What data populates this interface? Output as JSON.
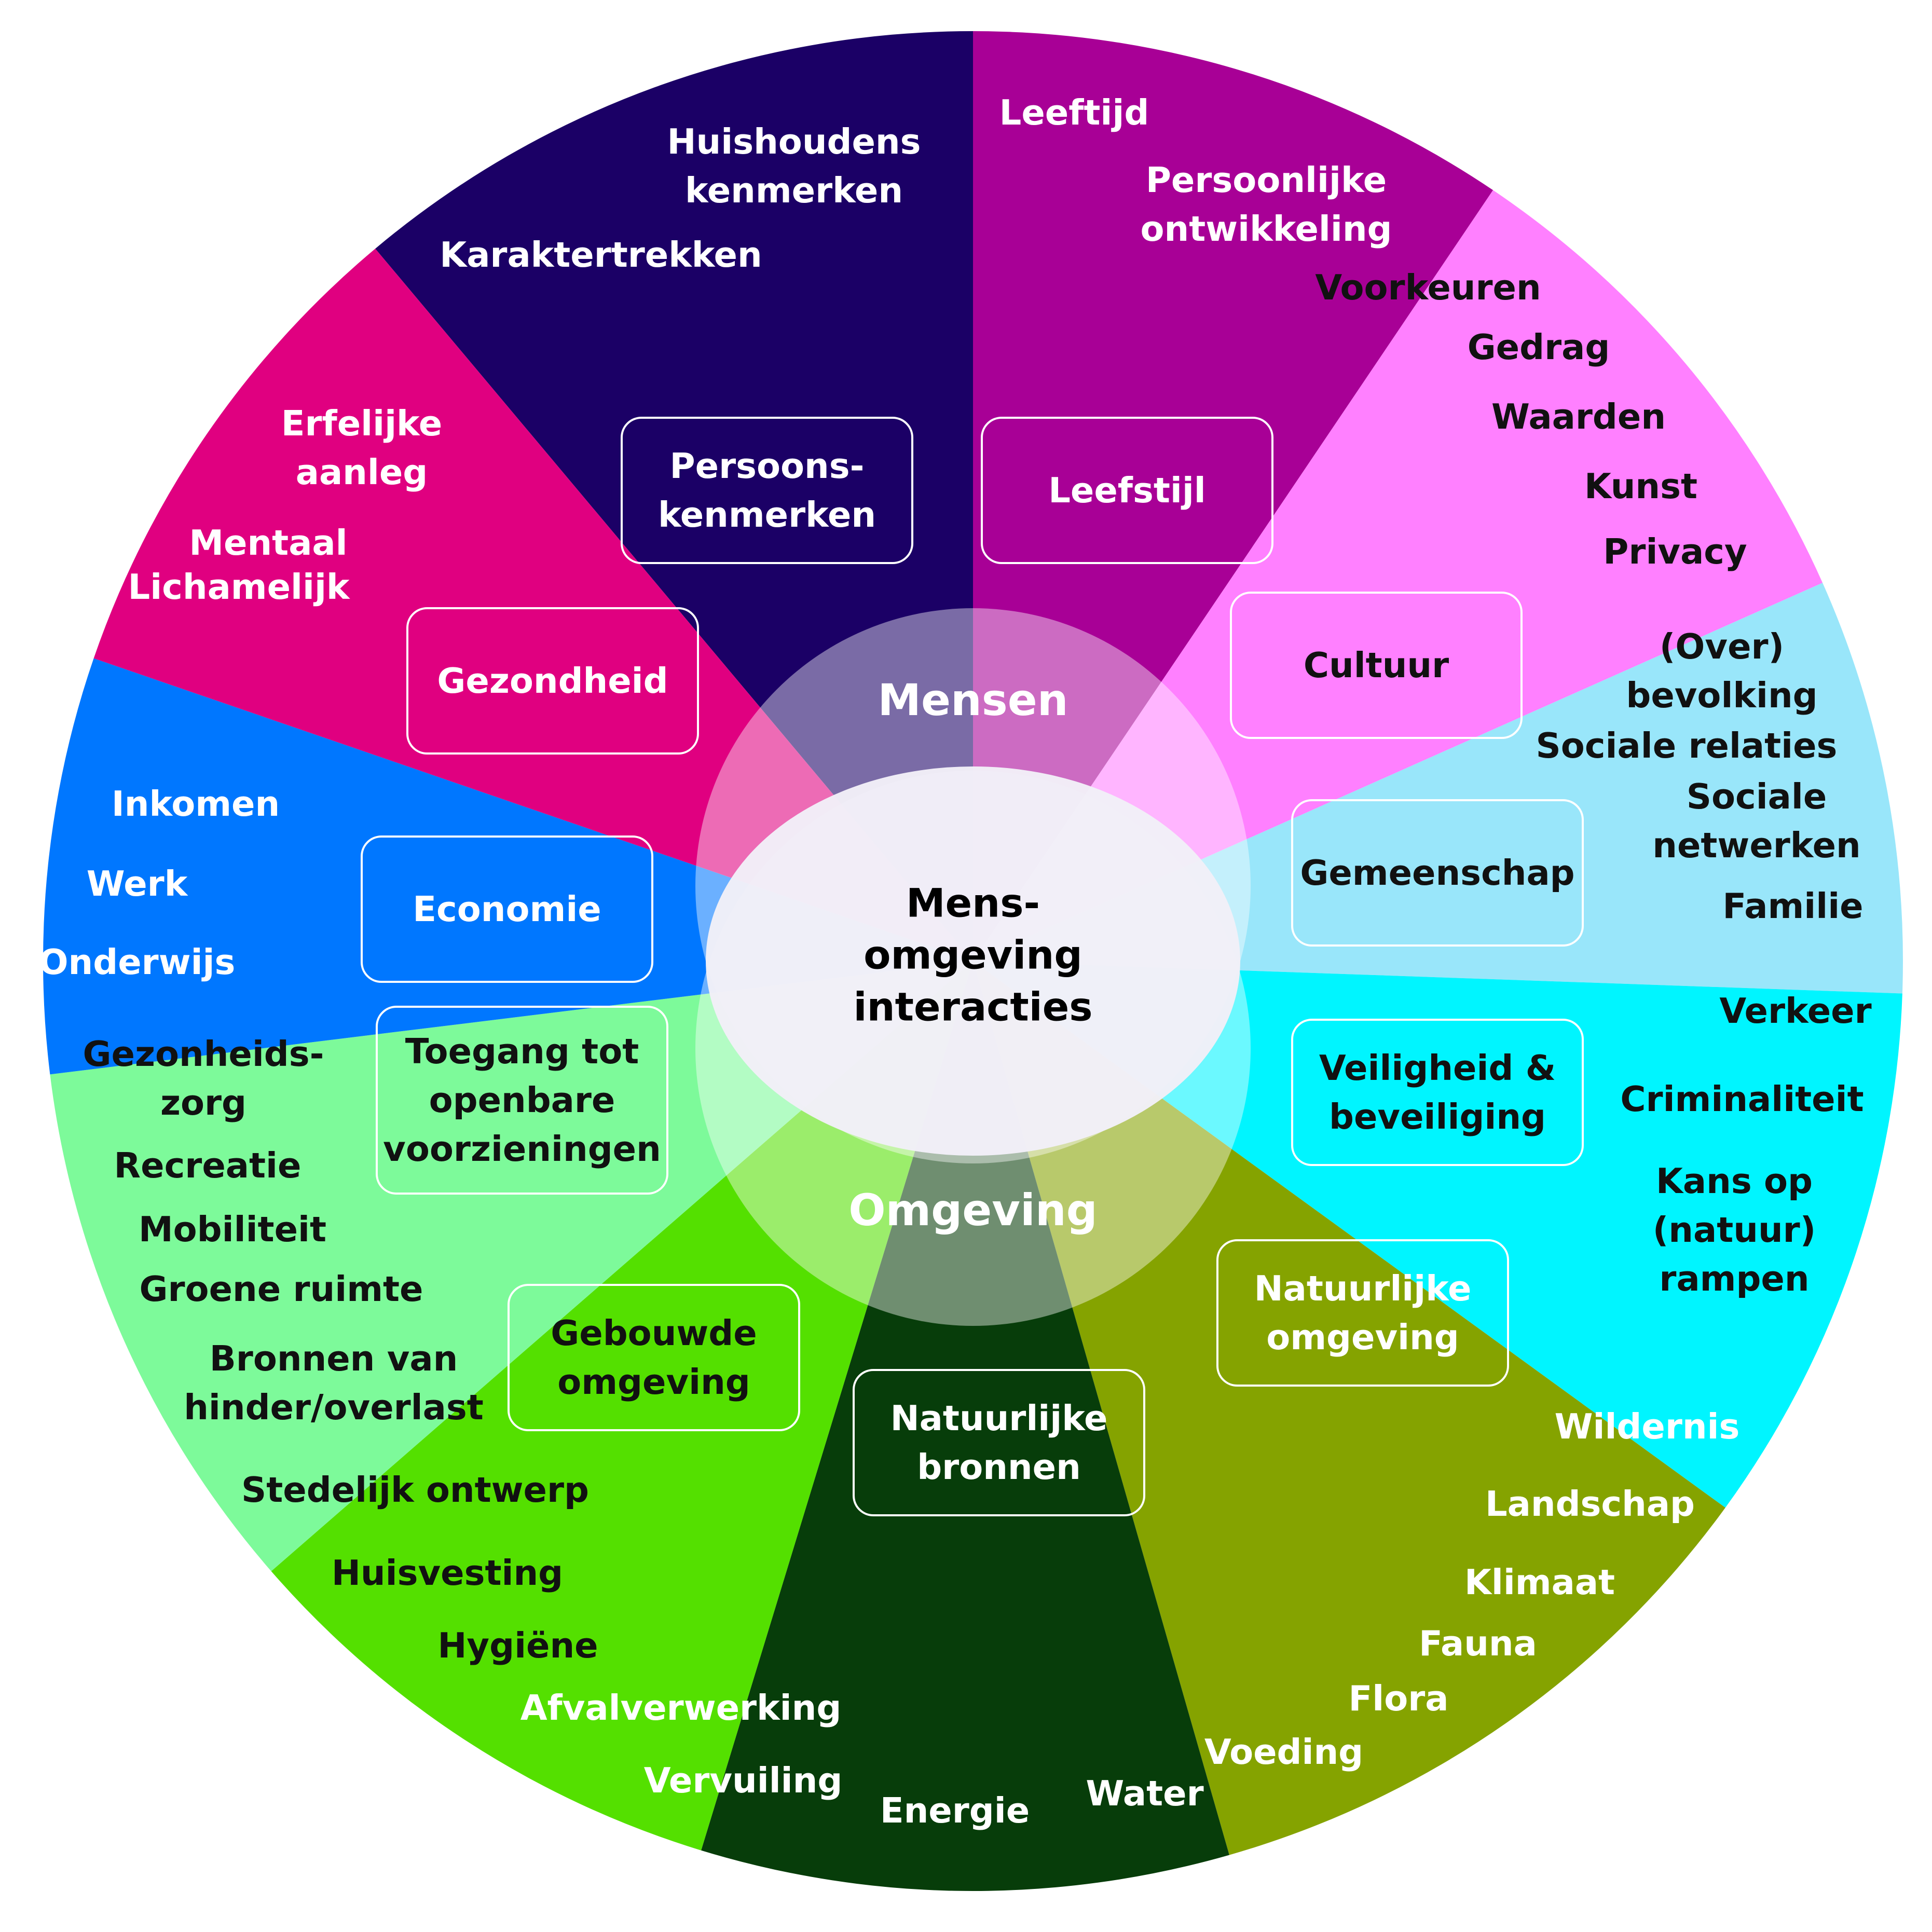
{
  "center": {
    "lines": [
      "Mens-",
      "omgeving",
      "interacties"
    ],
    "top": "Mensen",
    "bottom": "Omgeving"
  },
  "colors": {
    "white": "#ffffff",
    "dark_text": "#111111",
    "persoonskenmerken": "#1b0066",
    "leefstijl": "#a80096",
    "cultuur": "#ff80ff",
    "gemeenschap": "#99e6fa",
    "veiligheid": "#00f5ff",
    "natuurlijke_omgeving": "#85a300",
    "natuurlijke_bronnen": "#073d0a",
    "gebouwde_omgeving": "#54e000",
    "openbare_voorzieningen": "#7dfa9a",
    "economie": "#0077ff",
    "gezondheid": "#e00080"
  },
  "sectors": [
    {
      "id": "persoonskenmerken",
      "color_key": "persoonskenmerken",
      "hub_label": [
        "Persoons-",
        "kenmerken"
      ],
      "hub_text": "white",
      "items": [
        {
          "lines": [
            "Huishoudens",
            "kenmerken"
          ],
          "text": "white"
        },
        {
          "lines": [
            "Karaktertrekken"
          ],
          "text": "white"
        }
      ]
    },
    {
      "id": "leefstijl",
      "color_key": "leefstijl",
      "hub_label": [
        "Leefstijl"
      ],
      "hub_text": "white",
      "items": [
        {
          "lines": [
            "Leeftijd"
          ],
          "text": "white"
        },
        {
          "lines": [
            "Persoonlijke",
            "ontwikkeling"
          ],
          "text": "white"
        }
      ]
    },
    {
      "id": "cultuur",
      "color_key": "cultuur",
      "hub_label": [
        "Cultuur"
      ],
      "hub_text": "dark_text",
      "items": [
        {
          "lines": [
            "Voorkeuren"
          ],
          "text": "dark_text"
        },
        {
          "lines": [
            "Gedrag"
          ],
          "text": "dark_text"
        },
        {
          "lines": [
            "Waarden"
          ],
          "text": "dark_text"
        },
        {
          "lines": [
            "Kunst"
          ],
          "text": "dark_text"
        },
        {
          "lines": [
            "Privacy"
          ],
          "text": "dark_text"
        }
      ]
    },
    {
      "id": "gemeenschap",
      "color_key": "gemeenschap",
      "hub_label": [
        "Gemeenschap"
      ],
      "hub_text": "dark_text",
      "items": [
        {
          "lines": [
            "(Over)",
            "bevolking"
          ],
          "text": "dark_text"
        },
        {
          "lines": [
            "Sociale relaties"
          ],
          "text": "dark_text"
        },
        {
          "lines": [
            "Sociale",
            "netwerken"
          ],
          "text": "dark_text"
        },
        {
          "lines": [
            "Familie"
          ],
          "text": "dark_text"
        }
      ]
    },
    {
      "id": "veiligheid",
      "color_key": "veiligheid",
      "hub_label": [
        "Veiligheid &",
        "beveiliging"
      ],
      "hub_text": "dark_text",
      "items": [
        {
          "lines": [
            "Verkeer"
          ],
          "text": "dark_text"
        },
        {
          "lines": [
            "Criminaliteit"
          ],
          "text": "dark_text"
        },
        {
          "lines": [
            "Kans op",
            "(natuur)",
            "rampen"
          ],
          "text": "dark_text"
        }
      ]
    },
    {
      "id": "natuurlijke-omgeving",
      "color_key": "natuurlijke_omgeving",
      "hub_label": [
        "Natuurlijke",
        "omgeving"
      ],
      "hub_text": "white",
      "items": [
        {
          "lines": [
            "Wildernis"
          ],
          "text": "white"
        },
        {
          "lines": [
            "Landschap"
          ],
          "text": "white"
        },
        {
          "lines": [
            "Klimaat"
          ],
          "text": "white"
        },
        {
          "lines": [
            "Fauna"
          ],
          "text": "white"
        },
        {
          "lines": [
            "Flora"
          ],
          "text": "white"
        },
        {
          "lines": [
            "Voeding"
          ],
          "text": "white"
        }
      ]
    },
    {
      "id": "natuurlijke-bronnen",
      "color_key": "natuurlijke_bronnen",
      "hub_label": [
        "Natuurlijke",
        "bronnen"
      ],
      "hub_text": "white",
      "items": [
        {
          "lines": [
            "Water"
          ],
          "text": "white"
        },
        {
          "lines": [
            "Energie"
          ],
          "text": "white"
        }
      ]
    },
    {
      "id": "gebouwde-omgeving",
      "color_key": "gebouwde_omgeving",
      "hub_label": [
        "Gebouwde",
        "omgeving"
      ],
      "hub_text": "dark_text",
      "items": [
        {
          "lines": [
            "Vervuiling"
          ],
          "text": "white"
        },
        {
          "lines": [
            "Afvalverwerking"
          ],
          "text": "white"
        },
        {
          "lines": [
            "Hygiëne"
          ],
          "text": "dark_text"
        },
        {
          "lines": [
            "Huisvesting"
          ],
          "text": "dark_text"
        },
        {
          "lines": [
            "Stedelijk ontwerp"
          ],
          "text": "dark_text"
        },
        {
          "lines": [
            "Bronnen van",
            "hinder/overlast"
          ],
          "text": "dark_text"
        }
      ]
    },
    {
      "id": "openbare-voorzieningen",
      "color_key": "openbare_voorzieningen",
      "hub_label": [
        "Toegang tot",
        "openbare",
        "voorzieningen"
      ],
      "hub_text": "dark_text",
      "items": [
        {
          "lines": [
            "Groene ruimte"
          ],
          "text": "dark_text"
        },
        {
          "lines": [
            "Mobiliteit"
          ],
          "text": "dark_text"
        },
        {
          "lines": [
            "Recreatie"
          ],
          "text": "dark_text"
        },
        {
          "lines": [
            "Gezonheids-",
            "zorg"
          ],
          "text": "dark_text"
        }
      ]
    },
    {
      "id": "economie",
      "color_key": "economie",
      "hub_label": [
        "Economie"
      ],
      "hub_text": "white",
      "items": [
        {
          "lines": [
            "Onderwijs"
          ],
          "text": "white"
        },
        {
          "lines": [
            "Werk"
          ],
          "text": "white"
        },
        {
          "lines": [
            "Inkomen"
          ],
          "text": "white"
        }
      ]
    },
    {
      "id": "gezondheid",
      "color_key": "gezondheid",
      "hub_label": [
        "Gezondheid"
      ],
      "hub_text": "white",
      "items": [
        {
          "lines": [
            "Lichamelijk"
          ],
          "text": "white"
        },
        {
          "lines": [
            "Mentaal"
          ],
          "text": "white"
        },
        {
          "lines": [
            "Erfelijke",
            "aanleg"
          ],
          "text": "white"
        }
      ]
    }
  ]
}
